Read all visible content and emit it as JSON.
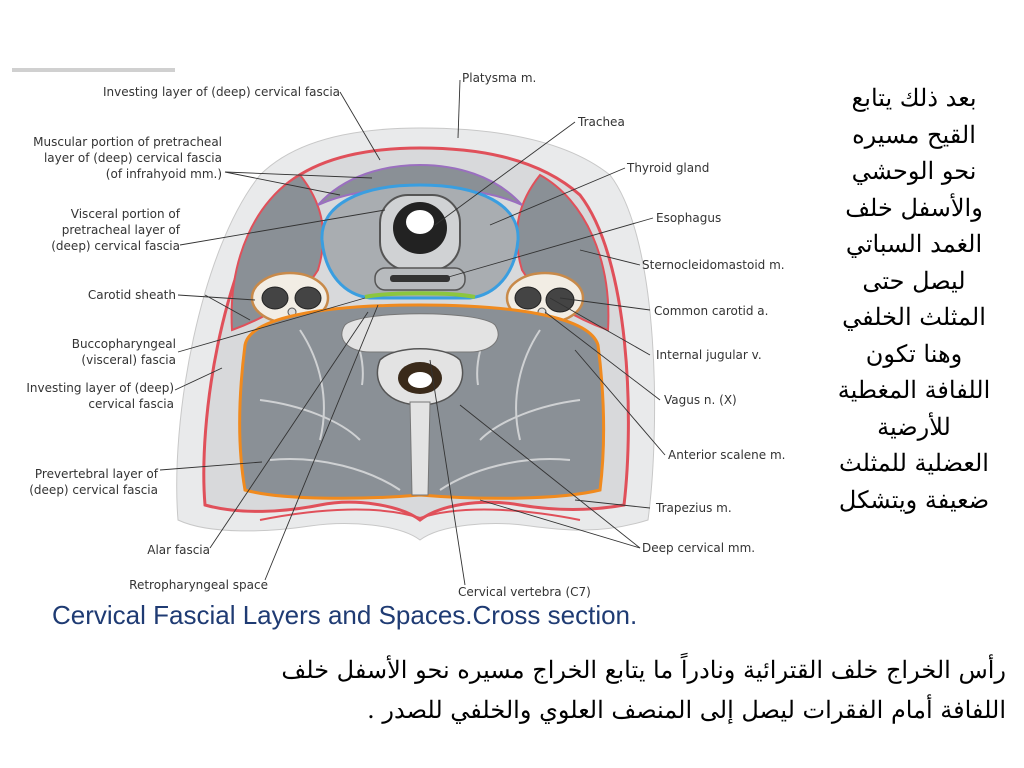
{
  "figure": {
    "labels_left": {
      "investing_top": "Investing layer of (deep) cervical fascia",
      "muscular_1": "Muscular portion of pretracheal",
      "muscular_2": "layer of (deep) cervical fascia",
      "muscular_3": "(of infrahyoid mm.)",
      "visceral_1": "Visceral portion of",
      "visceral_2": "pretracheal layer of",
      "visceral_3": "(deep) cervical fascia",
      "carotid_sheath": "Carotid sheath",
      "bucco_1": "Buccopharyngeal",
      "bucco_2": "(visceral) fascia",
      "investing_left_1": "Investing layer of (deep)",
      "investing_left_2": "cervical fascia",
      "prevertebral_1": "Prevertebral layer of",
      "prevertebral_2": "(deep) cervical fascia",
      "alar": "Alar fascia",
      "retropharyngeal": "Retropharyngeal space"
    },
    "labels_right": {
      "platysma": "Platysma m.",
      "trachea": "Trachea",
      "thyroid": "Thyroid gland",
      "esophagus": "Esophagus",
      "scm": "Sternocleidomastoid m.",
      "common_carotid": "Common carotid a.",
      "internal_jugular": "Internal jugular v.",
      "vagus": "Vagus n. (X)",
      "anterior_scalene": "Anterior scalene m.",
      "trapezius": "Trapezius m.",
      "deep_cervical": "Deep cervical mm.",
      "vertebra": "Cervical vertebra (C7)"
    },
    "colors": {
      "investing": "#e0505a",
      "pretracheal_visceral": "#3a9ee0",
      "pretracheal_muscular": "#9a6fbf",
      "prevertebral": "#f08a1e",
      "buccopharyngeal": "#8cc63f",
      "muscle": "#8a9096",
      "tissue": "#d8d9db"
    }
  },
  "caption": "Cervical Fascial Layers and Spaces.Cross section.",
  "side_text": [
    "بعد ذلك يتابع",
    "القيح مسيره",
    "نحو الوحشي",
    "والأسفل خلف",
    "الغمد السباتي",
    "ليصل حتى",
    "المثلث الخلفي",
    "وهنا تكون",
    "اللفافة المغطية",
    "للأرضية",
    "العضلية للمثلث",
    "ضعيفة ويتشكل"
  ],
  "bottom_text": [
    "رأس الخراج خلف القترائية ونادراً ما يتابع الخراج مسيره نحو الأسفل خلف",
    "اللفافة أمام الفقرات ليصل إلى المنصف العلوي والخلفي للصدر ."
  ]
}
